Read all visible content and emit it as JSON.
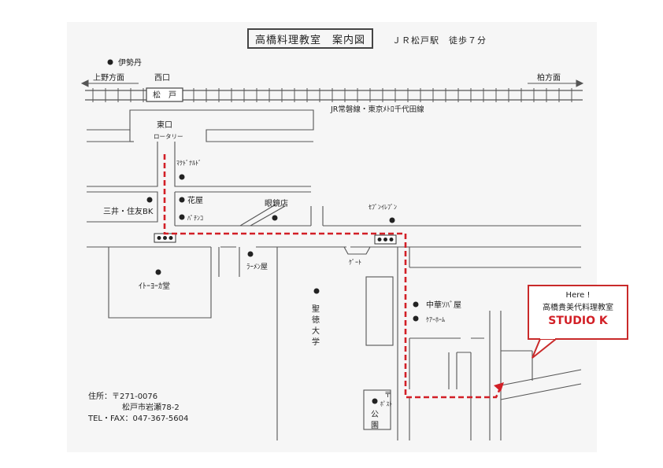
{
  "header": {
    "title": "高橋料理教室　案内図",
    "access": "ＪＲ松戸駅　徒歩７分"
  },
  "station": {
    "name": "松　戸",
    "west_exit": "西口",
    "east_exit": "東口",
    "rotary": "ロータリー",
    "line": "JR常磐線・東京ﾒﾄﾛ千代田線",
    "dir_left": "上野方面",
    "dir_right": "柏方面"
  },
  "landmarks": {
    "isetan": "伊勢丹",
    "mcdonalds": "ﾏｸﾄﾞﾅﾙﾄﾞ",
    "hanaya": "花屋",
    "pachinko": "ﾊﾟﾁﾝｺ",
    "megane": "眼鏡店",
    "seven": "ｾﾌﾞﾝｲﾚﾌﾞﾝ",
    "bank": "三井・住友BK",
    "itoyokado": "ｲﾄｰﾖｰｶ堂",
    "ramen": "ﾗｰﾒﾝ屋",
    "gate": "ｹﾞｰﾄ",
    "seitoku1": "聖",
    "seitoku2": "徳",
    "seitoku3": "大",
    "seitoku4": "学",
    "chuka": "中華ｿﾊﾞ屋",
    "care": "ｹｱｰﾎｰﾑ",
    "post_mark": "〒",
    "post": "ﾎﾟｽﾄ",
    "park1": "公",
    "park2": "園"
  },
  "callout": {
    "here": "Here !",
    "school": "高橋貴美代料理教室",
    "studio": "STUDIO K"
  },
  "address": {
    "label": "住所：〒271-0076",
    "city": "松戸市岩瀬78-2",
    "phone": "TEL・FAX：047-367-5604"
  },
  "colors": {
    "route": "#d21f26",
    "lines": "#555555"
  }
}
